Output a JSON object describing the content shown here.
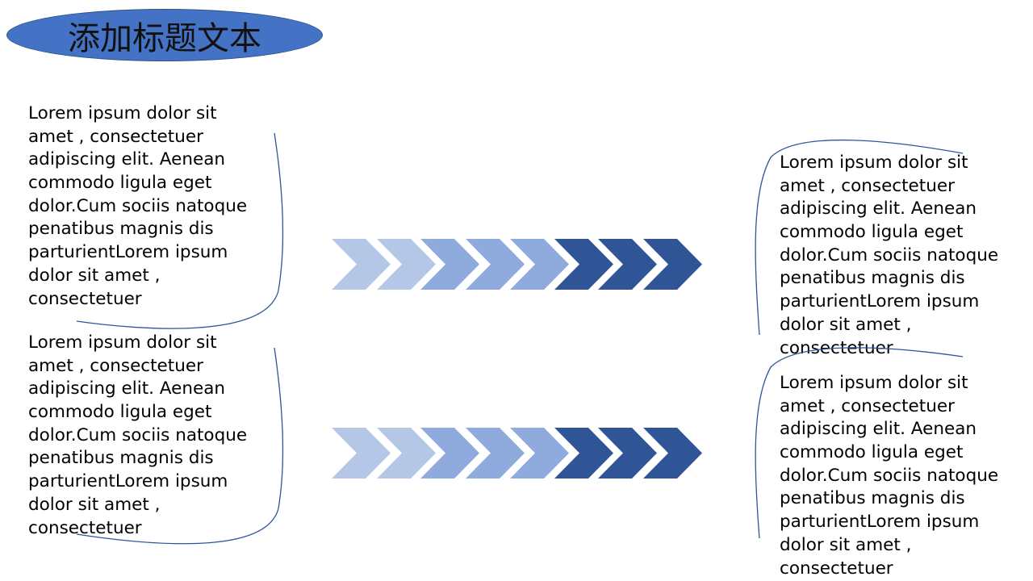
{
  "title": "添加标题文本",
  "text_blocks": [
    {
      "lines": [
        "Lorem ipsum dolor sit",
        "amet , consectetuer",
        "adipiscing  elit. Aenean",
        "commodo ligula eget",
        "dolor.Cum sociis natoque",
        "penatibus magnis dis",
        "parturientLorem ipsum",
        "dolor sit amet ,",
        "consectetuer"
      ]
    },
    {
      "lines": [
        "Lorem ipsum dolor sit",
        "amet , consectetuer",
        "adipiscing  elit. Aenean",
        "commodo ligula eget",
        "dolor.Cum sociis natoque",
        "penatibus magnis dis",
        "parturientLorem ipsum",
        "dolor sit amet ,",
        "consectetuer"
      ]
    },
    {
      "lines": [
        "Lorem ipsum dolor sit",
        "amet , consectetuer",
        "adipiscing  elit. Aenean",
        "commodo ligula eget",
        "dolor.Cum sociis natoque",
        "penatibus magnis dis",
        "parturientLorem ipsum",
        "dolor sit amet ,",
        "consectetuer"
      ]
    },
    {
      "lines": [
        "Lorem ipsum dolor sit",
        "amet , consectetuer",
        "adipiscing  elit. Aenean",
        "commodo ligula eget",
        "dolor.Cum sociis natoque",
        "penatibus magnis dis",
        "parturientLorem ipsum",
        "dolor sit amet ,",
        "consectetuer"
      ]
    }
  ],
  "chevron_colors": [
    "#b4c7e7",
    "#b4c7e7",
    "#8faadc",
    "#8faadc",
    "#8faadc",
    "#2f5597",
    "#2f5597",
    "#2f5597"
  ],
  "bracket_color": "#2f5597"
}
